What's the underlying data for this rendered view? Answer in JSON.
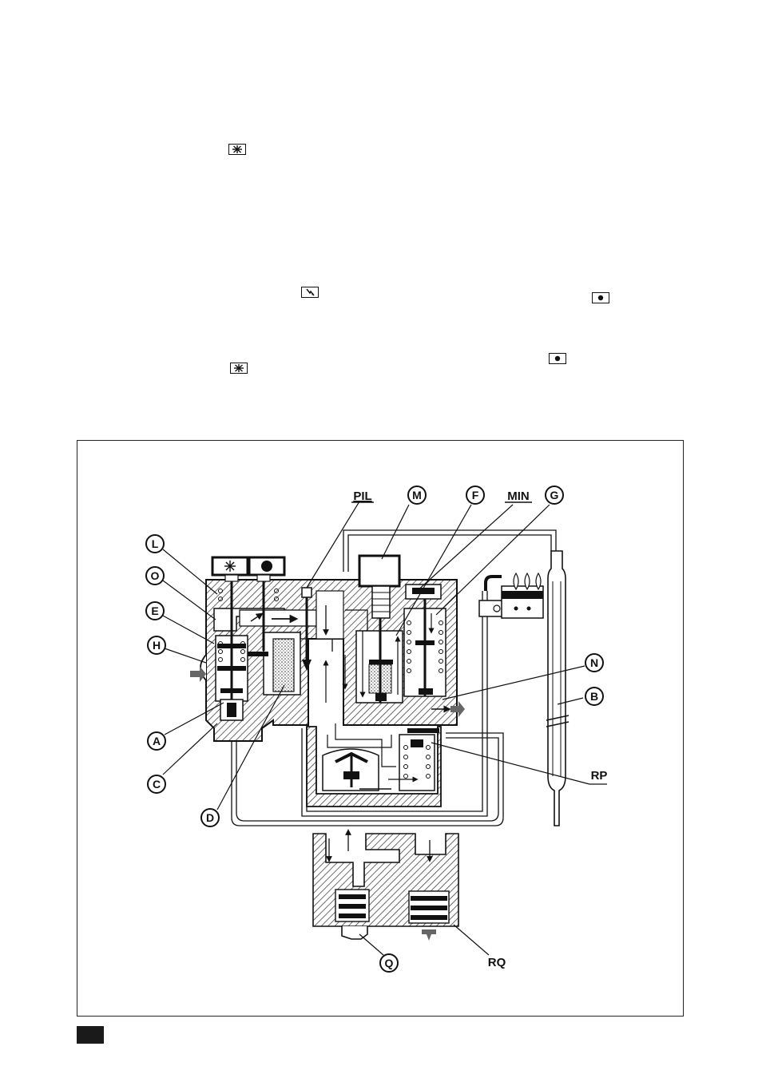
{
  "symbols": {
    "ignition_icon": "spark-icon",
    "mains_icon": "lightning-icon",
    "off_icon": "dot-icon"
  },
  "diagram": {
    "labels": {
      "L": "L",
      "O": "O",
      "E": "E",
      "H": "H",
      "A": "A",
      "C": "C",
      "D": "D",
      "PIL": "PIL",
      "M": "M",
      "F": "F",
      "MIN": "MIN",
      "G": "G",
      "N": "N",
      "B": "B",
      "RP": "RP",
      "Q": "Q",
      "RQ": "RQ"
    }
  },
  "colors": {
    "ink": "#111111",
    "hatch": "#555555",
    "background": "#ffffff"
  }
}
